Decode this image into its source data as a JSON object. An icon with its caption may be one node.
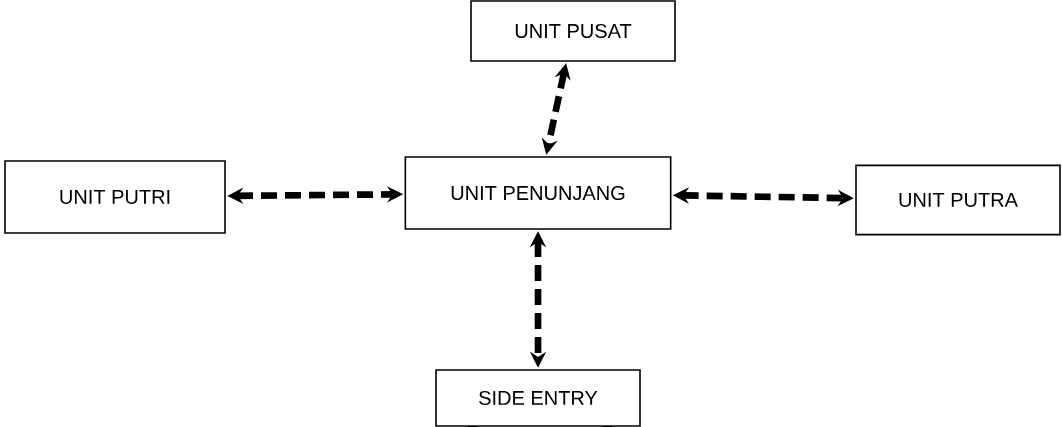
{
  "diagram": {
    "nodes": [
      {
        "text": [
          "UNIT PUSAT"
        ]
      },
      {
        "text": [
          "UNIT PUTRI"
        ]
      },
      {
        "text": [
          "UNIT PENUNJANG"
        ]
      },
      {
        "text": [
          "UNIT PUTRA"
        ]
      },
      {
        "text": [
          "SIDE ENTRY"
        ]
      }
    ],
    "edges": [
      {
        "from": 0,
        "to": 2,
        "arrow": "both",
        "style": "dashed"
      },
      {
        "from": 1,
        "to": 2,
        "arrow": "both",
        "style": "dashed"
      },
      {
        "from": 2,
        "to": 3,
        "arrow": "both",
        "style": "dashed"
      },
      {
        "from": 2,
        "to": 4,
        "arrow": "both",
        "style": "dashed"
      }
    ]
  }
}
